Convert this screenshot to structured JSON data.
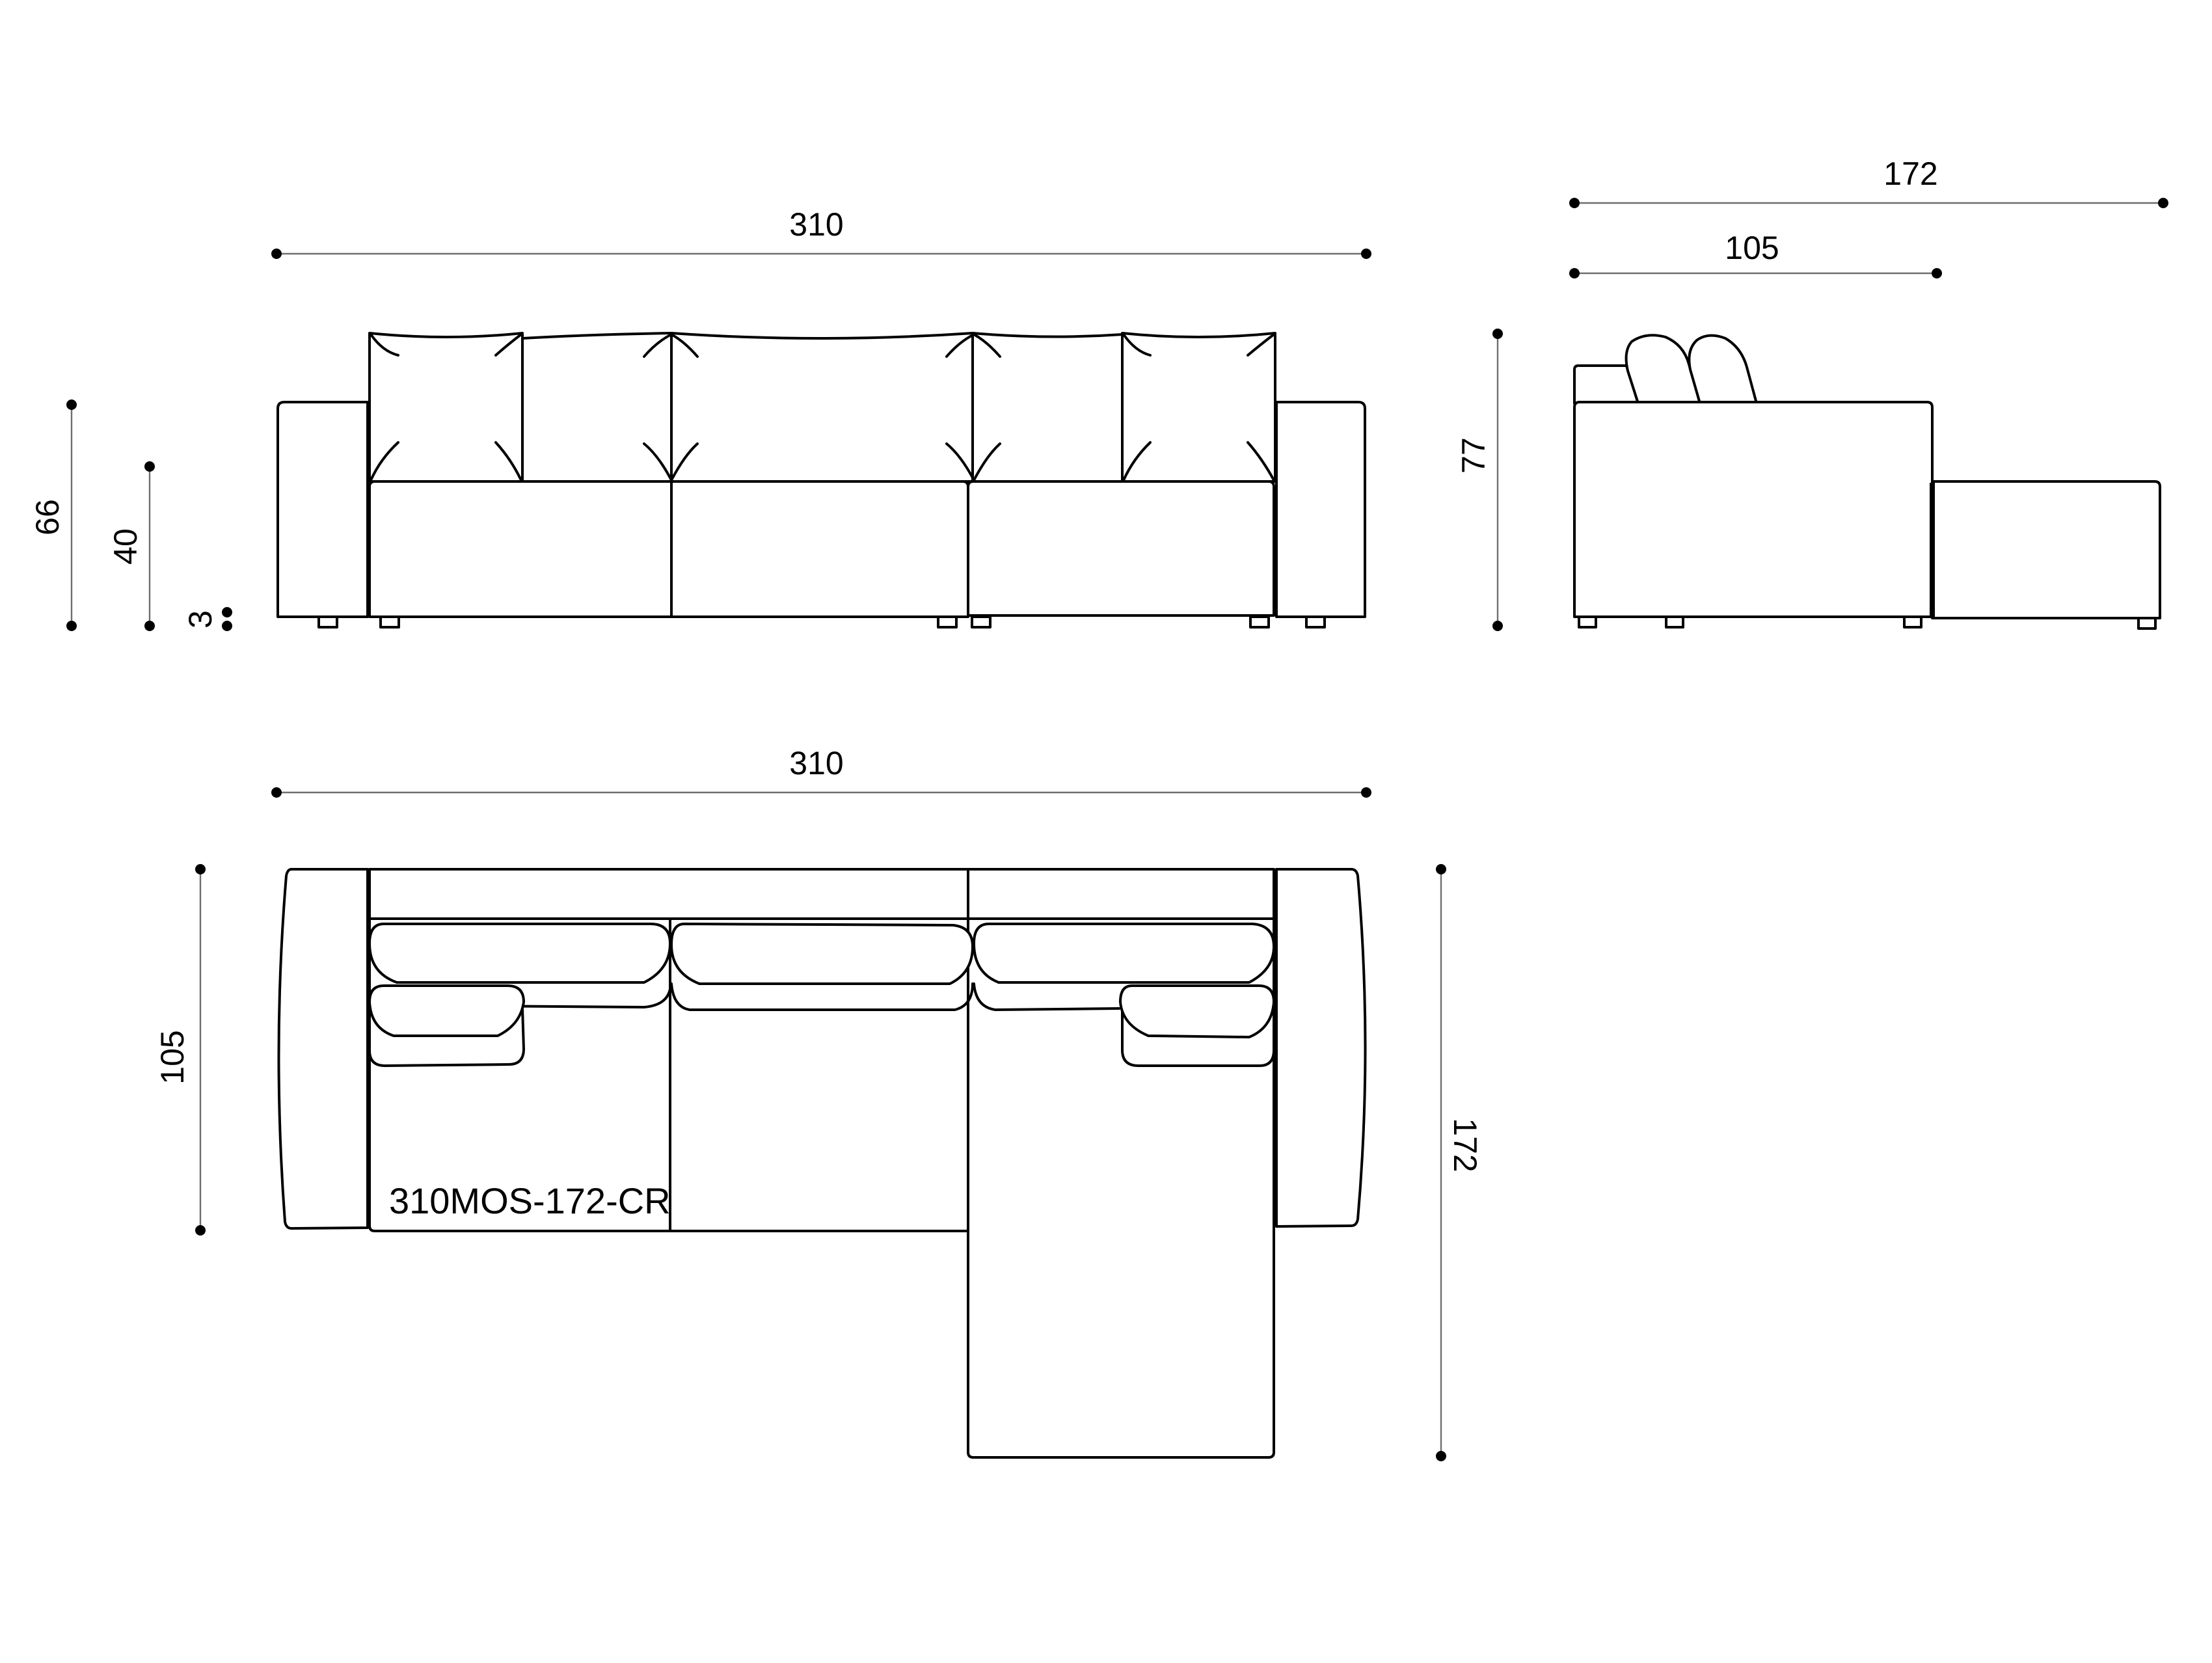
{
  "dimensions": {
    "front_width": "310",
    "height_total": "66",
    "seat_height": "40",
    "leg_height": "3",
    "side_depth_total": "172",
    "side_depth_sofa": "105",
    "side_height": "77",
    "top_width": "310",
    "top_depth_sofa": "105",
    "top_depth_chaise": "172"
  },
  "model_code": "310MOS-172-CR",
  "colors": {
    "line": "#000000",
    "dimension_line": "#6e6e6e",
    "background": "#ffffff"
  }
}
